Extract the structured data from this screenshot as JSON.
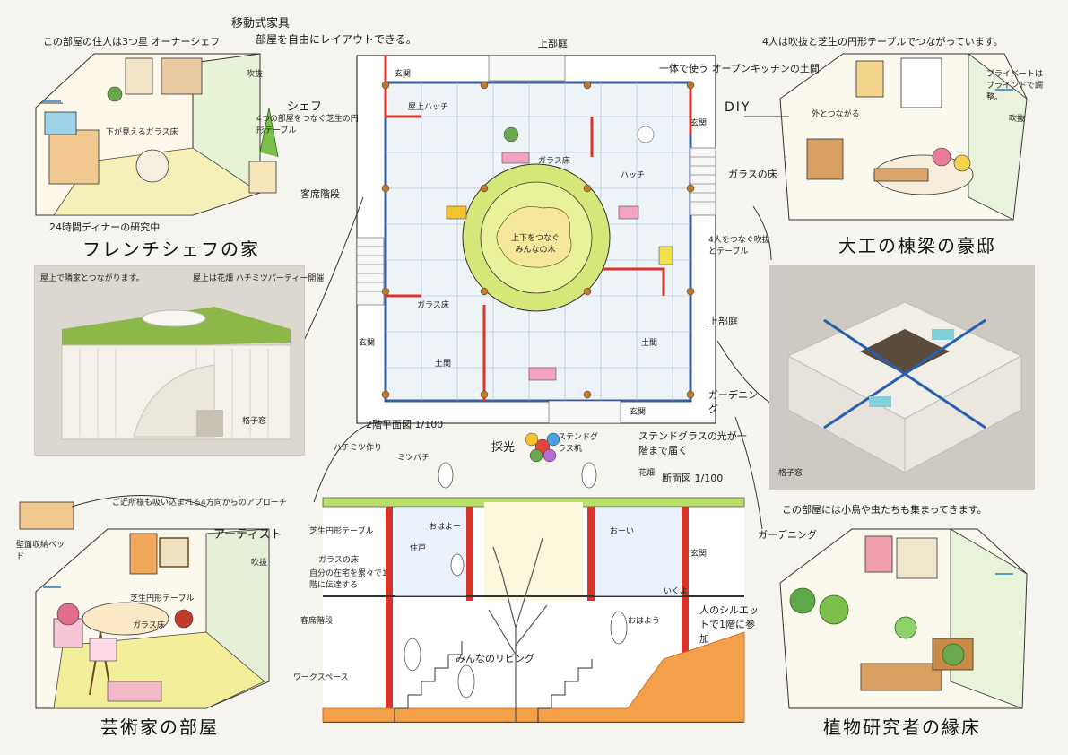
{
  "rooms": {
    "chef": {
      "intro": "この部屋の住人は3つ星 オーナーシェフ",
      "caption": "フレンチシェフの家",
      "note_glass": "下が見えるガラス床",
      "note_research": "24時間ディナーの研究中",
      "role": "シェフ",
      "fukinuke": "吹抜"
    },
    "diy": {
      "intro": "4人は吹抜と芝生の円形テーブルでつながっています。",
      "caption": "大工の棟梁の豪邸",
      "role": "DIY",
      "note_private": "プライベートはブラインドで調整。",
      "note_outside": "外とつながる",
      "fukinuke": "吹抜"
    },
    "artist": {
      "caption": "芸術家の部屋",
      "role": "アーティスト",
      "note_bed": "壁面収納ベッド",
      "note_table": "芝生円形テーブル",
      "note_glass": "ガラス床",
      "fukinuke": "吹抜"
    },
    "botanist": {
      "intro": "この部屋には小鳥や虫たちも集まってきます。",
      "caption": "植物研究者の縁床",
      "role": "ガーデニング"
    }
  },
  "plan": {
    "title": "2階平面図 1/100",
    "top_patio": "上部庭",
    "right_patio": "上部庭",
    "kitchen": "一体で使う オープンキッチンの土間",
    "movable": "移動式家具",
    "movable2": "部屋を自由にレイアウトできる。",
    "connect4": "4つの部屋をつなぐ芝生の円形テーブル",
    "guest_stair": "客席階段",
    "glass_floor": "ガラスの床",
    "center": "上下をつなぐみんなの木",
    "genkan1": "玄関",
    "genkan2": "玄関",
    "genkan3": "玄関",
    "genkan4": "玄関",
    "doma1": "土間",
    "doma2": "土間",
    "roof_hatch": "屋上ハッチ",
    "garasu1": "ガラス床",
    "garasu2": "ガラス床",
    "hatch": "ハッチ",
    "gardening": "ガーデニング",
    "connect_diy": "4人をつなぐ吹抜とテーブル"
  },
  "section": {
    "title": "断面図 1/100",
    "skylight": "採光",
    "stained": "ステンドグラス机",
    "stained_note": "ステンドグラスの光が一階まで届く",
    "beehive": "ハチミツ作り",
    "bee": "ミツバチ",
    "flowerbed": "花畑",
    "lawn_table": "芝生円形テーブル",
    "glass_floor": "ガラスの床",
    "own_house": "自分の在宅を累々で1階に伝達する",
    "guest_stair": "客席階段",
    "workspace": "ワークスペース",
    "living": "みんなのリビング",
    "silhouette": "人のシルエットで1階に参加",
    "house": "住戸",
    "genkan": "玄関",
    "ohayo": "おはよー",
    "oi": "おーい",
    "ikuyo": "いくよ",
    "ohayo2": "おはよう"
  },
  "photos": {
    "left_note1": "屋上で隣家とつながります。",
    "left_note2": "屋上は花畑 ハチミツパーティー開催",
    "lattice": "格子窓",
    "approach": "ご近所様も吸い込まれる4方向からのアプローチ",
    "right_lattice": "格子窓"
  }
}
